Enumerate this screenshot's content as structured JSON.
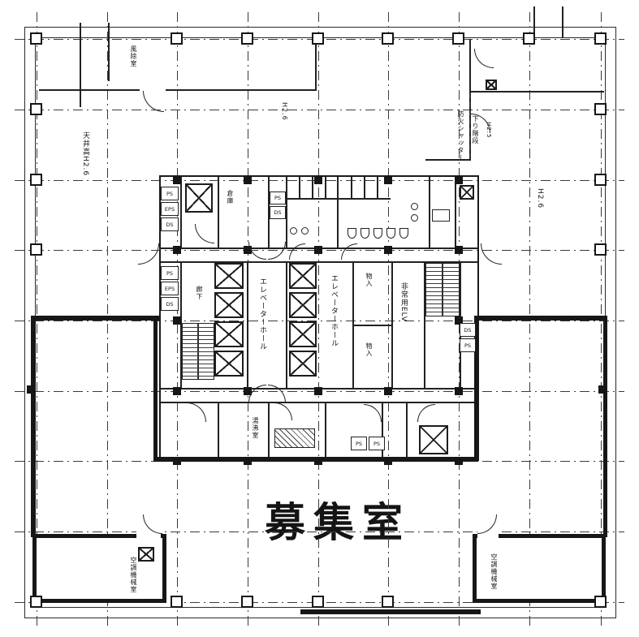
{
  "background": "#ffffff",
  "ink": "#1c1c1c",
  "bold_wall": "#171717",
  "main_room": {
    "label": "募集室"
  },
  "rooms": {
    "ev_hall_1": "エレベーターホール",
    "ev_hall_2": "エレベーターホール",
    "emergency_ev": "非常用ELV",
    "storage_1": "物入",
    "storage_2": "物入",
    "storage_3": "倉庫",
    "pantry": "湯沸室",
    "corridor": "廊下",
    "ac_left": "空調機械室",
    "ac_right": "空調機械室"
  },
  "notes": {
    "ceiling_nw": "天井高H2.6",
    "ceiling_n": "H2.6",
    "ceiling_ne": "H2.6",
    "entry": "風除室",
    "fire_shutter": "防火シャッター",
    "stair_down": "下り階段",
    "height_25": "H2.5"
  },
  "shafts": {
    "ps": "PS",
    "eps": "EPS",
    "ds": "DS"
  }
}
